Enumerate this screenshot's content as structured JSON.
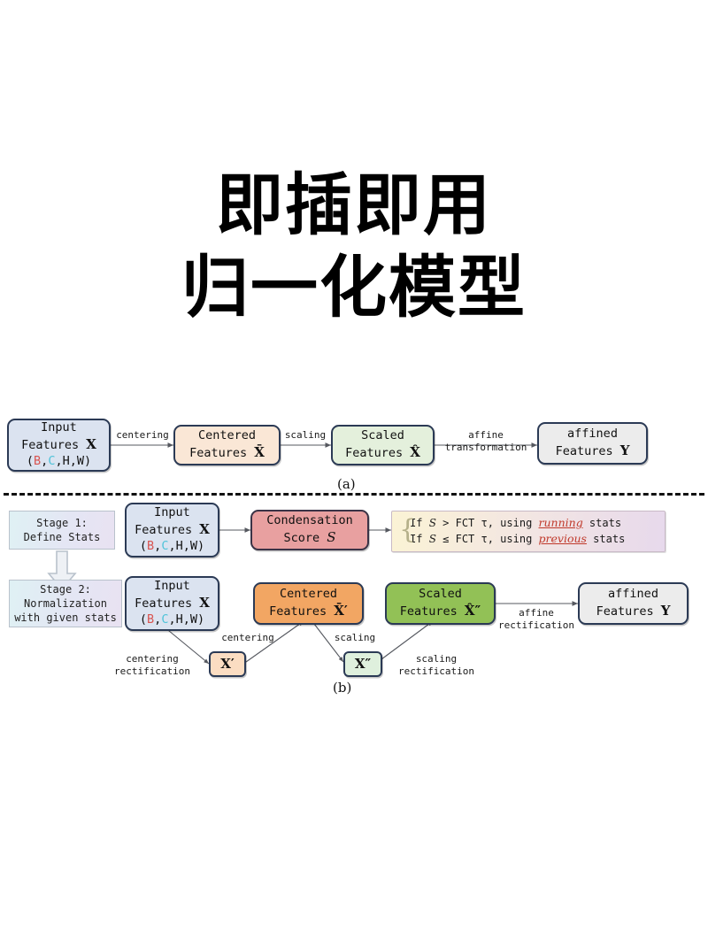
{
  "title": {
    "line1": "即插即用",
    "line2": "归一化模型"
  },
  "panel_a": {
    "tag": "(a)",
    "nodes": [
      {
        "id": "a-input",
        "l1": "Input",
        "l2": "Features X",
        "l3": "(B,C,H,W)",
        "color": "#dbe3f0"
      },
      {
        "id": "a-centered",
        "l1": "Centered",
        "l2": "Features X̄",
        "color": "#fae7d6"
      },
      {
        "id": "a-scaled",
        "l1": "Scaled",
        "l2": "Features X̂",
        "color": "#e4f0dc"
      },
      {
        "id": "a-affined",
        "l1": "affined",
        "l2": "Features Y",
        "color": "#ececec"
      }
    ],
    "edges": [
      {
        "id": "a-e1",
        "label": "centering"
      },
      {
        "id": "a-e2",
        "label": "scaling"
      },
      {
        "id": "a-e3",
        "l1": "affine",
        "l2": "transformation"
      }
    ]
  },
  "panel_b": {
    "tag": "(b)",
    "stages": [
      {
        "id": "stage1",
        "l1": "Stage 1:",
        "l2": "Define Stats"
      },
      {
        "id": "stage2",
        "l1": "Stage 2:",
        "l2": "Normalization",
        "l3": "with given stats"
      }
    ],
    "nodes": [
      {
        "id": "b-input-top",
        "l1": "Input",
        "l2": "Features X",
        "l3": "(B,C,H,W)",
        "color": "#dbe3f0"
      },
      {
        "id": "b-score",
        "l1": "Condensation",
        "l2": "Score S",
        "color": "#e8a0a0"
      },
      {
        "id": "b-input-bot",
        "l1": "Input",
        "l2": "Features X",
        "l3": "(B,C,H,W)",
        "color": "#dbe3f0"
      },
      {
        "id": "b-centered",
        "l1": "Centered",
        "l2": "Features X̄′",
        "color": "#f2a663"
      },
      {
        "id": "b-scaled",
        "l1": "Scaled",
        "l2": "Features X̂″",
        "color": "#92c156"
      },
      {
        "id": "b-affined",
        "l1": "affined",
        "l2": "Features Y",
        "color": "#ececec"
      },
      {
        "id": "b-xprime",
        "l1": "X′",
        "color": "#fbddc2"
      },
      {
        "id": "b-xdprime",
        "l1": "X″",
        "color": "#dff0dd"
      }
    ],
    "condition": {
      "line1_pre": "If ",
      "line1_s": "S",
      "line1_mid": " > FCT τ, using ",
      "line1_em": "running",
      "line1_post": " stats",
      "line2_pre": "If ",
      "line2_s": "S",
      "line2_mid": " ≤ FCT τ, using ",
      "line2_em": "previous",
      "line2_post": " stats",
      "emphasis_color": "#c0392b"
    },
    "edges": [
      {
        "id": "b-centering",
        "label": "centering"
      },
      {
        "id": "b-scaling",
        "label": "scaling"
      },
      {
        "id": "b-cent-rect",
        "l1": "centering",
        "l2": "rectification"
      },
      {
        "id": "b-scal-rect",
        "l1": "scaling",
        "l2": "rectification"
      },
      {
        "id": "b-affine-rect",
        "l1": "affine",
        "l2": "rectification"
      }
    ]
  }
}
